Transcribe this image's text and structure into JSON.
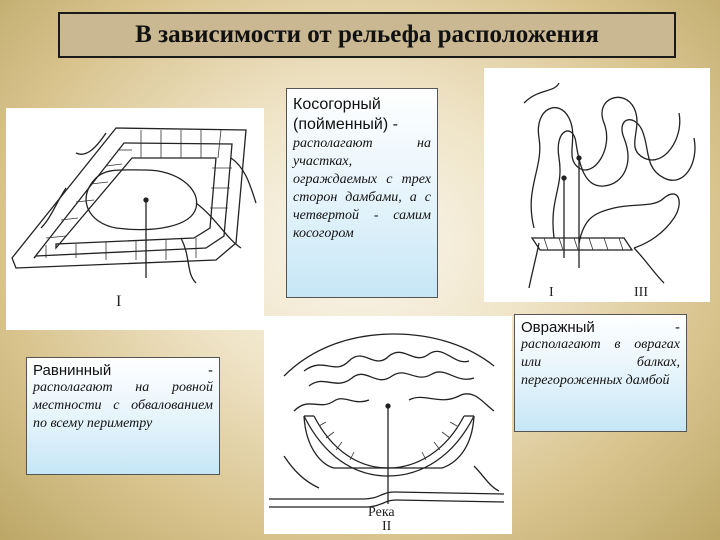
{
  "title": "В зависимости от рельефа расположения",
  "figures": {
    "flat": {
      "label": "I"
    },
    "ravine": {
      "label_left": "I",
      "label_right": "III"
    },
    "river": {
      "river_label": "Река",
      "label": "II"
    }
  },
  "boxes": {
    "kosogorny": {
      "heading_line1": "Косогорный",
      "heading_line2": "(пойменный)",
      "dash": "-",
      "body": "располагают на участках, ограждаемых с трех сторон дамбами, а с четвертой - самим косогором"
    },
    "ravninny": {
      "heading": "Равнинный",
      "dash": "-",
      "body": "располагают на ровной местности с обвалованием по всему периметру"
    },
    "ovrazhny": {
      "heading": "Овражный",
      "dash": "-",
      "body": "располагают в оврагах или балках, перегороженных дамбой"
    }
  }
}
